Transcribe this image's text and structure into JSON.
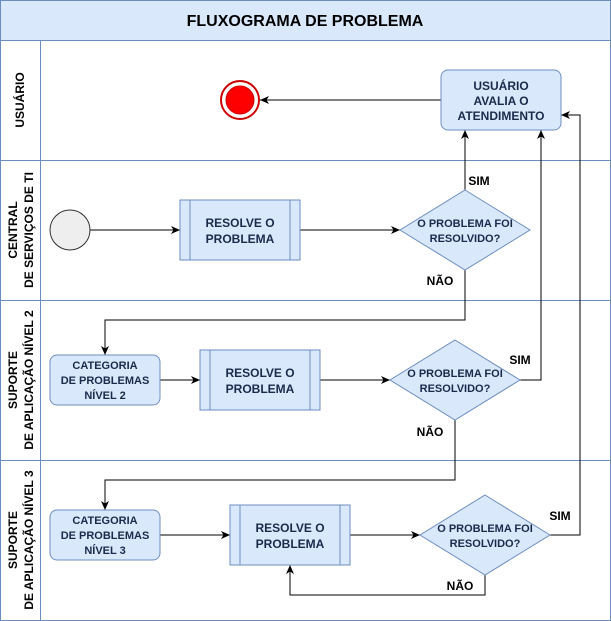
{
  "title": "FLUXOGRAMA DE PROBLEMA",
  "lanes": {
    "user": "USUÁRIO",
    "central_line1": "CENTRAL",
    "central_line2": "DE SERVIÇOS DE TI",
    "support2_line1": "SUPORTE",
    "support2_line2": "DE APLICAÇÃO NÍVEL 2",
    "support3_line1": "SUPORTE",
    "support3_line2": "DE APLICAÇÃO NÍVEL 3"
  },
  "nodes": {
    "evaluate_line1": "USUÁRIO",
    "evaluate_line2": "AVALIA O",
    "evaluate_line3": "ATENDIMENTO",
    "resolve1_line1": "RESOLVE O",
    "resolve1_line2": "PROBLEMA",
    "decision1_line1": "O PROBLEMA FOI",
    "decision1_line2": "RESOLVIDO?",
    "category2_line1": "CATEGORIA",
    "category2_line2": "DE PROBLEMAS",
    "category2_line3": "NÍVEL 2",
    "resolve2_line1": "RESOLVE O",
    "resolve2_line2": "PROBLEMA",
    "decision2_line1": "O PROBLEMA FOI",
    "decision2_line2": "RESOLVIDO?",
    "category3_line1": "CATEGORIA",
    "category3_line2": "DE PROBLEMAS",
    "category3_line3": "NÍVEL 3",
    "resolve3_line1": "RESOLVE O",
    "resolve3_line2": "PROBLEMA",
    "decision3_line1": "O PROBLEMA FOI",
    "decision3_line2": "RESOLVIDO?"
  },
  "edges": {
    "yes1": "SIM",
    "no1": "NÃO",
    "yes2": "SIM",
    "no2": "NÃO",
    "yes3": "SIM",
    "no3": "NÃO"
  },
  "colors": {
    "node_fill": "#dae8fc",
    "node_stroke": "#6c8ebf",
    "lane_stroke": "#6c8ebf",
    "header_fill": "#dae8fc",
    "end_fill": "#ff0000",
    "start_fill": "#eeeeee"
  }
}
